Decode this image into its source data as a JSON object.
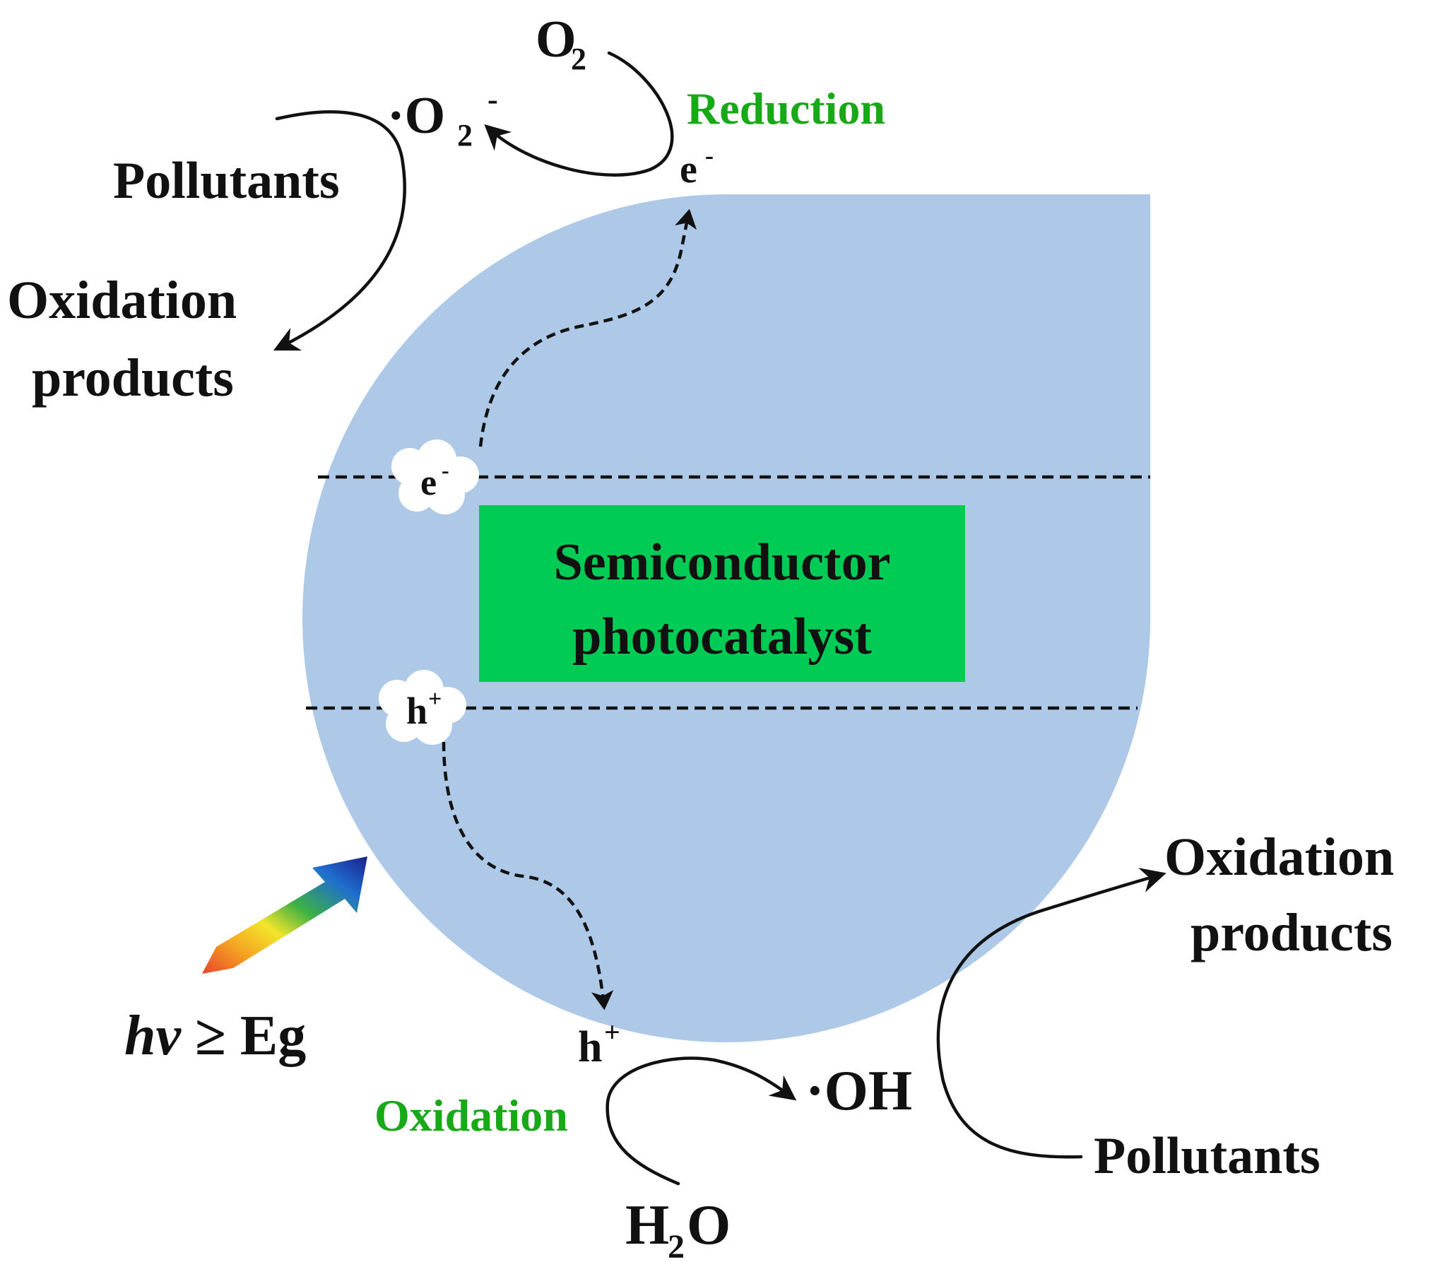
{
  "semiconductor": {
    "line1": "Semiconductor",
    "line2": "photocatalyst",
    "body_color": "#aec8e8",
    "box_color": "#00cc55"
  },
  "band": {
    "electron": "e",
    "electron_sup": "-",
    "hole": "h",
    "hole_sup": "+"
  },
  "top": {
    "o2": "O",
    "o2_sub": "2",
    "radical_dot": "·O",
    "radical_sub": "2",
    "radical_sup": "-",
    "reduction": "Reduction",
    "electron": "e",
    "electron_sup": "-",
    "pollutants": "Pollutants",
    "oxidation_products_line1": "Oxidation",
    "oxidation_products_line2": "products"
  },
  "bottom": {
    "hole": "h",
    "hole_sup": "+",
    "oxidation": "Oxidation",
    "water_h": "H",
    "water_sub": "2",
    "water_o": "O",
    "hydroxyl": "·OH",
    "pollutants": "Pollutants",
    "oxidation_products_line1": "Oxidation",
    "oxidation_products_line2": "products"
  },
  "light": {
    "hv": "hv",
    "geq": " ≥ Eg"
  },
  "colors": {
    "green_label": "#18a818",
    "arrow_gradient": [
      "#e8442a",
      "#f5a623",
      "#f2e52a",
      "#3cb043",
      "#1f6fd0",
      "#1b1f8a"
    ]
  }
}
